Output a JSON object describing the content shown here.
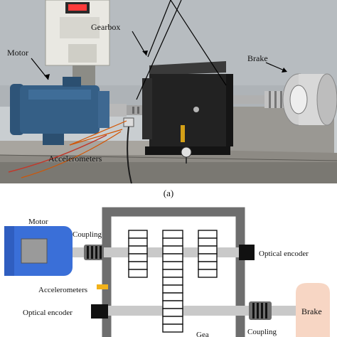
{
  "photo": {
    "labels": {
      "motor": "Motor",
      "gearbox": "Gearbox",
      "brake": "Brake",
      "accelerometers": "Accelerometers"
    },
    "panel_caption": "(a)",
    "colors": {
      "background": "#c8cdd0",
      "wall": "#b9bec2",
      "bench": "#8e8c86",
      "motor_body": "#355f86",
      "gearbox_body": "#202020",
      "brake_body": "#d9d9d9"
    }
  },
  "schematic": {
    "labels": {
      "motor": "Motor",
      "coupling_top": "Coupling",
      "optical_encoder_top": "Optical encoder",
      "accelerometers": "Accelerometers",
      "optical_encoder_bottom": "Optical encoder",
      "brake": "Brake",
      "coupling_bottom": "Coupling",
      "gearbox_partial": "Gea"
    },
    "colors": {
      "motor": "#3a6fd8",
      "motor_inner": "#9a9a9a",
      "housing": "#6e6e6e",
      "shaft": "#c9c9c9",
      "encoder": "#111111",
      "accelerometer": "#f2b21a",
      "brake": "#f7d6c4"
    }
  }
}
